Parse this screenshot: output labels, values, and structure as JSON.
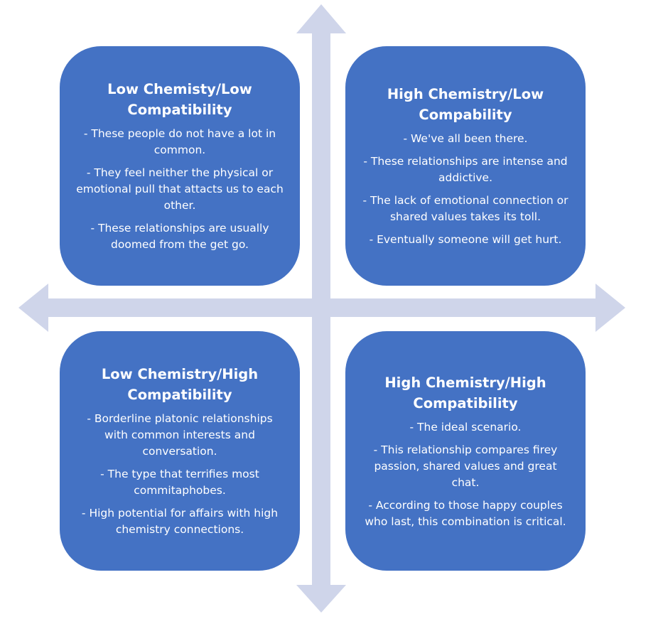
{
  "colors": {
    "box_fill": "#4472c4",
    "axis_color": "#cfd5ea",
    "text": "#ffffff"
  },
  "quadrants": [
    {
      "title": "Low Chemisty/Low Compatibility",
      "items": [
        "- These people do not have a lot in common.",
        "- They feel neither the physical or emotional pull that attacts us to each other.",
        "- These relationships are usually doomed from the get go."
      ]
    },
    {
      "title": "High Chemistry/Low Compability",
      "items": [
        "- We've all been there.",
        "- These relationships are intense and addictive.",
        "- The lack of emotional connection or shared values takes its toll.",
        "- Eventually someone will get hurt."
      ]
    },
    {
      "title": "Low Chemistry/High Compatibility",
      "items": [
        "- Borderline platonic relationships with common interests and conversation.",
        "- The type that terrifies most commitaphobes.",
        "- High potential for affairs with high chemistry connections."
      ]
    },
    {
      "title": "High Chemistry/High Compatibility",
      "items": [
        "- The ideal scenario.",
        "- This relationship compares firey passion, shared values and great chat.",
        "- According to those happy couples who last, this combination is critical."
      ]
    }
  ]
}
